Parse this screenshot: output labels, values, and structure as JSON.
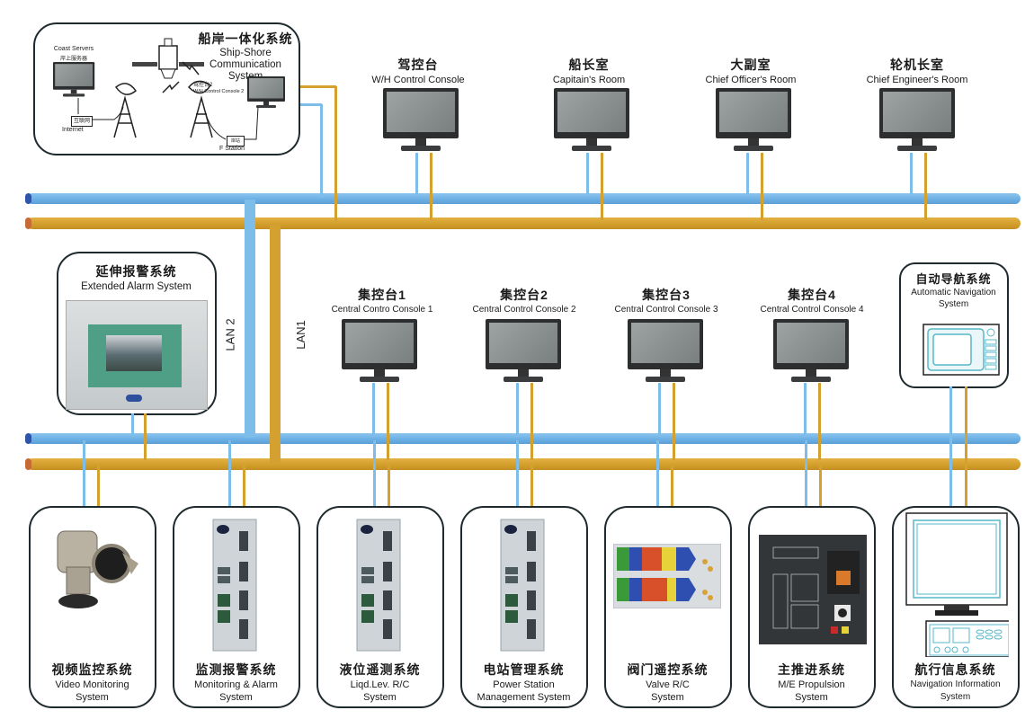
{
  "diagram": {
    "networks": {
      "lan1_label": "LAN1",
      "lan2_label": "LAN 2",
      "lan1_color": "#d4a030",
      "lan2_color": "#6fb3e8"
    },
    "ship_shore": {
      "title_zh": "船岸一体化系统",
      "title_en_1": "Ship-Shore",
      "title_en_2": "Communication System",
      "coast_servers": "Coast Servers",
      "coast_servers_zh": "岸上服务器",
      "internet_zh": "互联网",
      "internet": "Internet",
      "wh_console_zh": "驾控台2",
      "wh_console": "W/H Control Console 2",
      "station_zh": "岸站",
      "station": "F Station"
    },
    "top_consoles": [
      {
        "zh": "驾控台",
        "en": "W/H Control Console"
      },
      {
        "zh": "船长室",
        "en": "Capitain's Room"
      },
      {
        "zh": "大副室",
        "en": "Chief Officer's Room"
      },
      {
        "zh": "轮机长室",
        "en": "Chief Engineer's Room"
      }
    ],
    "extended_alarm": {
      "zh": "延伸报警系统",
      "en": "Extended Alarm System"
    },
    "central_consoles": [
      {
        "zh": "集控台1",
        "en": "Central Contro Console 1"
      },
      {
        "zh": "集控台2",
        "en": "Central Control Console 2"
      },
      {
        "zh": "集控台3",
        "en": "Central Control Console 3"
      },
      {
        "zh": "集控台4",
        "en": "Central Control Console 4"
      }
    ],
    "auto_nav": {
      "zh": "自动导航系统",
      "en_1": "Automatic Navigation",
      "en_2": "System"
    },
    "subsystems": [
      {
        "zh": "视频监控系统",
        "en_1": "Video Monitoring",
        "en_2": "System",
        "icon": "cctv-camera-icon"
      },
      {
        "zh": "监测报警系统",
        "en_1": "Monitoring & Alarm",
        "en_2": "System",
        "icon": "io-module-icon"
      },
      {
        "zh": "液位遥测系统",
        "en_1": "Liqd.Lev. R/C",
        "en_2": "System",
        "icon": "io-module-icon"
      },
      {
        "zh": "电站管理系统",
        "en_1": "Power Station",
        "en_2": "Management System",
        "icon": "io-module-icon"
      },
      {
        "zh": "阀门遥控系统",
        "en_1": "Valve R/C",
        "en_2": "System",
        "icon": "valve-mimic-panel-icon"
      },
      {
        "zh": "主推进系统",
        "en_1": "M/E Propulsion",
        "en_2": "System",
        "icon": "propulsion-control-panel-icon"
      },
      {
        "zh": "航行信息系统",
        "en_1": "Navigation Information",
        "en_2": "System",
        "icon": "navigation-workstation-icon"
      }
    ]
  }
}
